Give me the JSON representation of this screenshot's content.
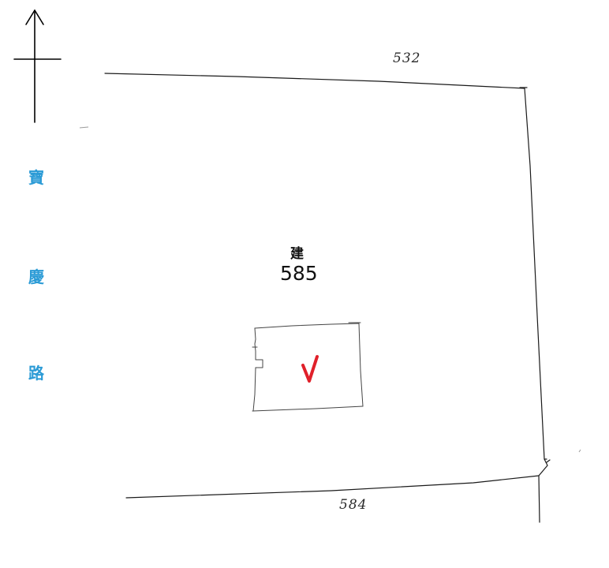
{
  "map": {
    "north_arrow": "north-arrow-icon",
    "road_name_chars": [
      "寶",
      "慶",
      "路"
    ],
    "parcel_top_label": "532",
    "parcel_bottom_label": "584",
    "main_parcel": {
      "type_char": "建",
      "number": "585"
    },
    "marker": {
      "symbol": "check-mark-icon",
      "color": "#e0202a"
    },
    "colors": {
      "road_label": "#2b9bd6",
      "lines": "#1a1a1a"
    }
  }
}
